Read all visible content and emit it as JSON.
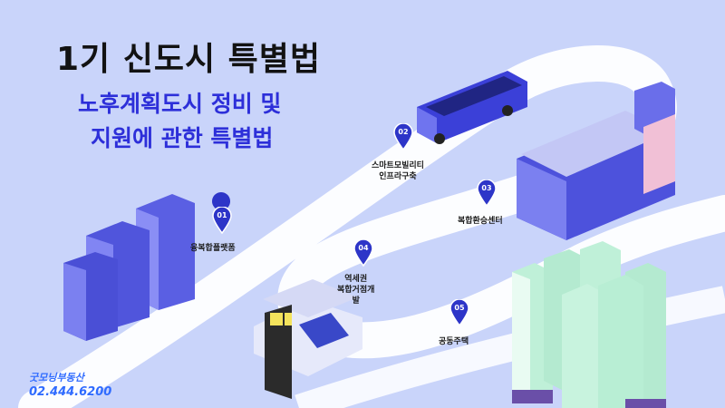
{
  "title": "1기 신도시 특별법",
  "subtitle_line1": "노후계획도시 정비 및",
  "subtitle_line2": "지원에 관한 특별법",
  "markers": [
    {
      "num": "01",
      "label": "융복합플랫폼"
    },
    {
      "num": "02",
      "label_line1": "스마트모빌리티",
      "label_line2": "인프라구축"
    },
    {
      "num": "03",
      "label": "복합환승센터"
    },
    {
      "num": "04",
      "label_line1": "역세권",
      "label_line2": "복합거점개",
      "label_line3": "발"
    },
    {
      "num": "05",
      "label": "공동주택"
    }
  ],
  "footer": {
    "brand": "굿모닝부동산",
    "phone": "02.444.6200"
  },
  "colors": {
    "background": "#c9d4fa",
    "road": "#ffffff",
    "accent": "#2d2fd9",
    "pin": "#2d35c8",
    "building": "#6e72ee",
    "brand": "#2f6bff"
  }
}
